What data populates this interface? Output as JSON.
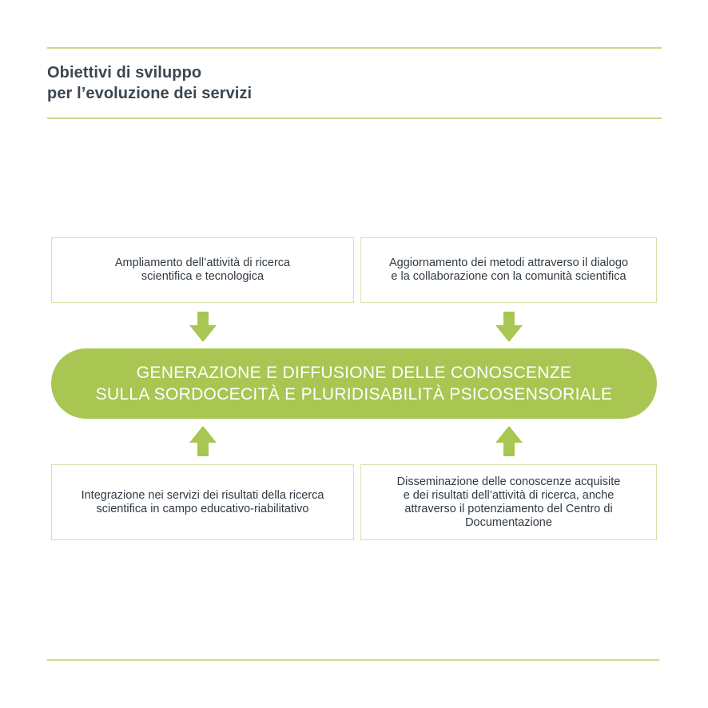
{
  "title": {
    "line1": "Obiettivi di sviluppo",
    "line2": "per l’evoluzione dei servizi"
  },
  "center": {
    "line1": "GENERAZIONE E DIFFUSIONE DELLE CONOSCENZE",
    "line2": "SULLA SORDOCECITÀ E PLURIDISABILITÀ PSICOSENSORIALE"
  },
  "boxes": {
    "top_left": {
      "line1": "Ampliamento dell’attività di ricerca",
      "line2": "scientifica e tecnologica"
    },
    "top_right": {
      "line1": "Aggiornamento dei metodi attraverso il dialogo",
      "line2": "e la collaborazione con la comunità scientifica"
    },
    "bottom_left": {
      "line1": "Integrazione nei servizi dei risultati della ricerca",
      "line2": "scientifica in campo educativo-riabilitativo"
    },
    "bottom_right": {
      "line1": "Disseminazione delle conoscenze acquisite",
      "line2": "e dei risultati dell’attività di ricerca, anche",
      "line3": "attraverso il potenziamento del Centro di",
      "line4": "Documentazione"
    }
  },
  "colors": {
    "accent": "#a9c653",
    "rule": "#c9d98f",
    "box_border": "#d6e2ab",
    "text": "#3b4650"
  },
  "icons": {
    "down_arrow": "arrow-down-icon",
    "up_arrow": "arrow-up-icon"
  }
}
